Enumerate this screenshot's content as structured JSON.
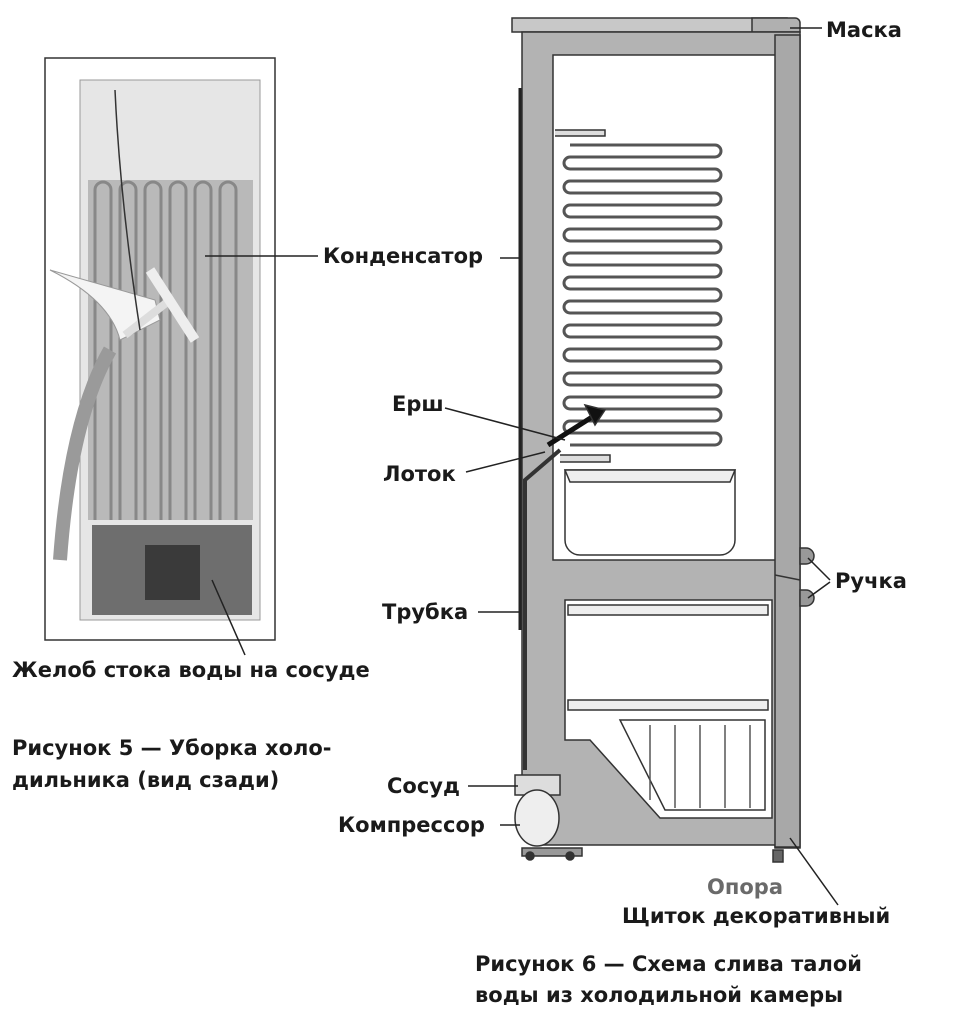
{
  "figure5": {
    "callout": "Желоб стока воды на сосуде",
    "caption_line1": "Рисунок 5 — Уборка холо-",
    "caption_line2": "дильника (вид сзади)"
  },
  "figure6": {
    "labels": {
      "mask": "Маска",
      "condenser": "Конденсатор",
      "brush": "Ерш",
      "tray": "Лоток",
      "tube": "Трубка",
      "handle": "Ручка",
      "vessel": "Сосуд",
      "compressor": "Компрессор",
      "support": "Опора",
      "decorative_panel": "Щиток декоративный"
    },
    "caption_line1": "Рисунок 6 — Схема слива талой",
    "caption_line2": "воды из холодильной камеры"
  }
}
